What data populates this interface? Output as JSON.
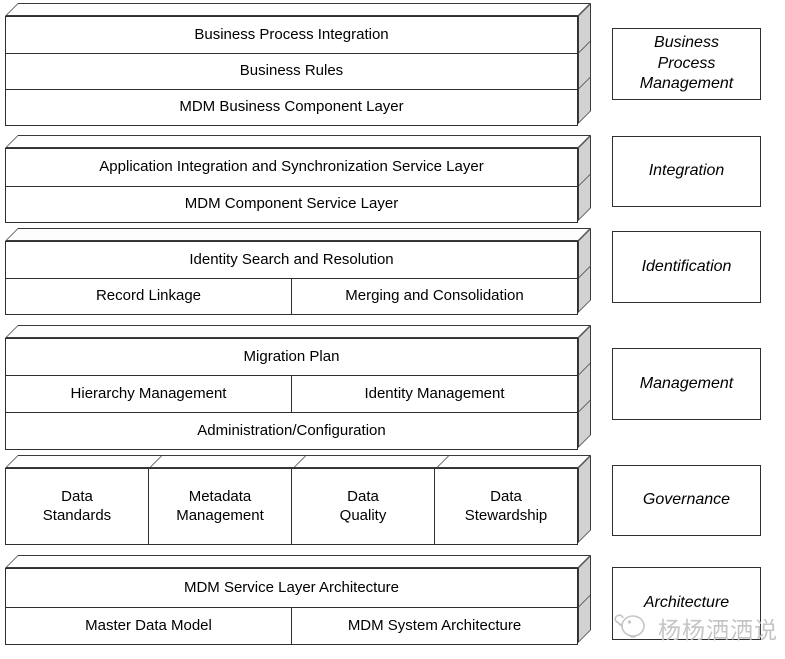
{
  "diagram": {
    "title_hint": "MDM layered architecture diagram",
    "groups": [
      {
        "id": "business-process",
        "rows": [
          [
            "Business Process Integration"
          ],
          [
            "Business Rules"
          ],
          [
            "MDM Business Component Layer"
          ]
        ],
        "side_label": "Business\nProcess\nManagement"
      },
      {
        "id": "integration",
        "rows": [
          [
            "Application Integration and Synchronization Service Layer"
          ],
          [
            "MDM Component Service Layer"
          ]
        ],
        "side_label": "Integration"
      },
      {
        "id": "identification",
        "rows": [
          [
            "Identity Search and Resolution"
          ],
          [
            "Record Linkage",
            "Merging and Consolidation"
          ]
        ],
        "side_label": "Identification"
      },
      {
        "id": "management",
        "rows": [
          [
            "Migration Plan"
          ],
          [
            "Hierarchy Management",
            "Identity Management"
          ],
          [
            "Administration/Configuration"
          ]
        ],
        "side_label": "Management"
      },
      {
        "id": "governance",
        "rows": [
          [
            "Data\nStandards",
            "Metadata\nManagement",
            "Data\nQuality",
            "Data\nStewardship"
          ]
        ],
        "side_label": "Governance"
      },
      {
        "id": "architecture",
        "rows": [
          [
            "MDM Service Layer Architecture"
          ],
          [
            "Master Data Model",
            "MDM System Architecture"
          ]
        ],
        "side_label": "Architecture"
      }
    ],
    "watermark": {
      "text": "杨杨洒洒说",
      "icon": "chick-icon"
    },
    "colors": {
      "border": "#2e2e2e",
      "side_face_fill": "#d2d2d2",
      "face_fill": "#ffffff",
      "text": "#000000",
      "watermark_gray": "#c5c5c5"
    }
  }
}
